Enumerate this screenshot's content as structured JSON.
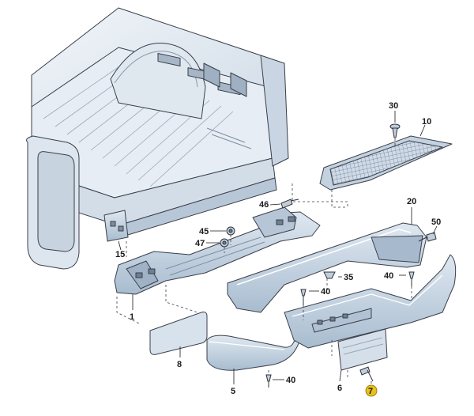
{
  "callouts": {
    "c1": "1",
    "c5": "5",
    "c6": "6",
    "c7": "7",
    "c8": "8",
    "c10": "10",
    "c15": "15",
    "c20": "20",
    "c30": "30",
    "c35": "35",
    "c40a": "40",
    "c40b": "40",
    "c40c": "40",
    "c45": "45",
    "c46": "46",
    "c47": "47",
    "c50": "50"
  },
  "colors": {
    "line": "#3a3f4a",
    "part_fill": "#cfdbe8",
    "part_shade": "#a9bccf",
    "bed_fill": "#e3eaf2",
    "highlight_badge": "#e8c21a"
  }
}
